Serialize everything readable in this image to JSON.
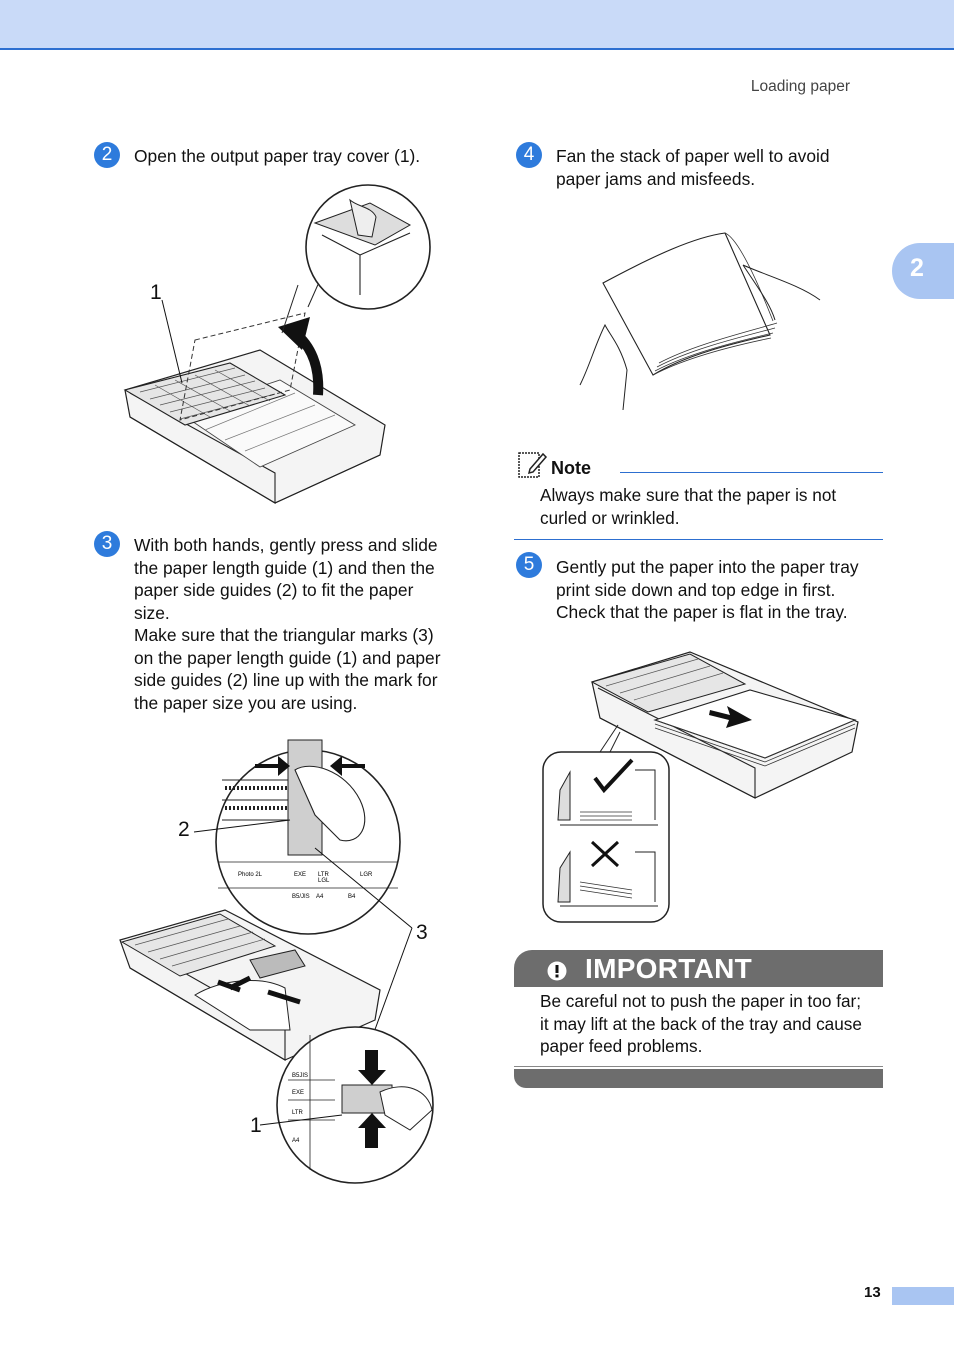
{
  "header": {
    "title": "Loading paper"
  },
  "chapter_tab": "2",
  "page_number": "13",
  "steps": [
    {
      "badge": "2",
      "text": "Open the output paper tray cover (1)."
    },
    {
      "badge": "3",
      "text_lines": [
        "With both hands, gently press and slide",
        "the paper length guide (1) and then the",
        "paper side guides (2) to fit the paper",
        "size.",
        "Make sure that the triangular marks (3)",
        "on the paper length guide (1) and paper",
        "side guides (2) line up with the mark for",
        "the paper size you are using."
      ]
    },
    {
      "badge": "4",
      "text_lines": [
        "Fan the stack of paper well to avoid",
        "paper jams and misfeeds."
      ]
    },
    {
      "badge": "5",
      "text_lines": [
        "Gently put the paper into the paper tray",
        "print side down and top edge in first.",
        "Check that the paper is flat in the tray."
      ]
    }
  ],
  "note": {
    "title": "Note",
    "lines": [
      "Always make sure that the paper is not",
      "curled or wrinkled."
    ]
  },
  "important": {
    "title": "IMPORTANT",
    "lines": [
      "Be careful not to push the paper in too far;",
      "it may lift at the back of the tray and cause",
      "paper feed problems."
    ]
  },
  "callouts": {
    "fig1_1": "1",
    "fig2_2": "2",
    "fig2_3": "3",
    "fig2_1": "1"
  },
  "tray_labels": {
    "top_row": [
      "Photo 2L",
      "EXE",
      "LTR",
      "LGL",
      "LGR"
    ],
    "bottom_row": [
      "B5/JIS",
      "A4",
      "B4"
    ],
    "zoom_list": [
      "B5JIS",
      "EXE",
      "LTR",
      "A4"
    ]
  },
  "colors": {
    "accent": "#2e7bdc",
    "tab": "#a9c5f2",
    "important_bar": "#6d6d6d"
  }
}
